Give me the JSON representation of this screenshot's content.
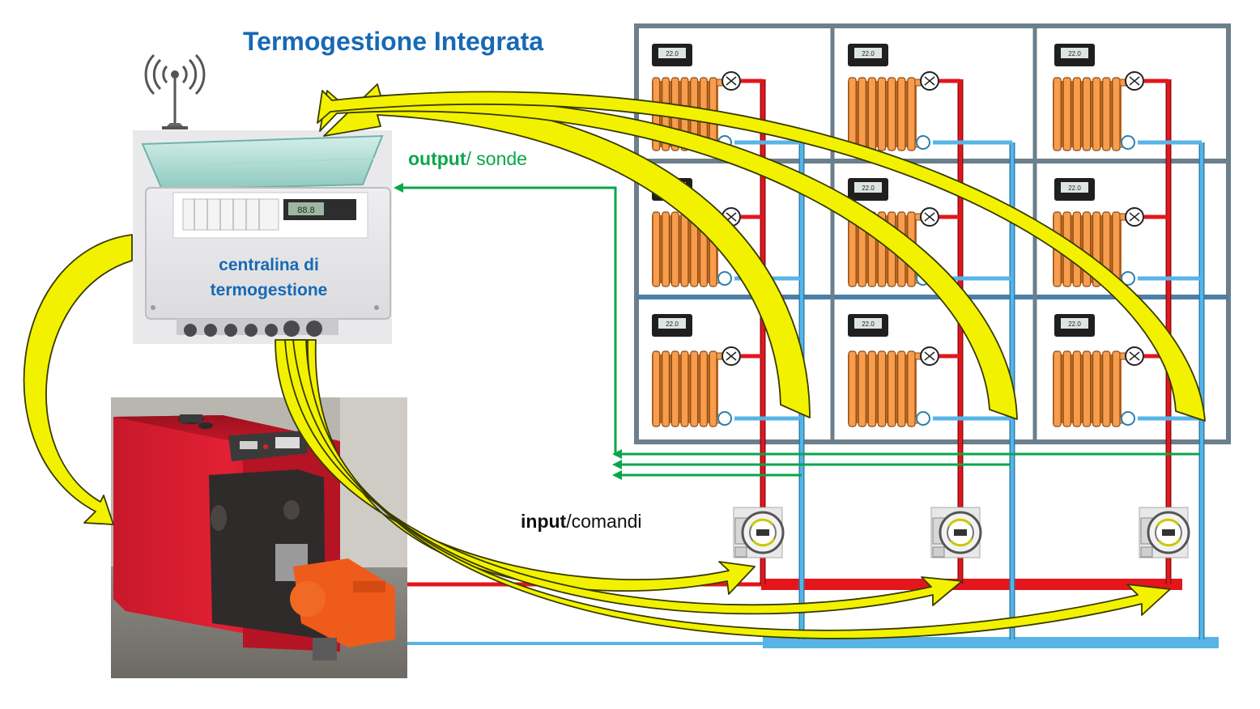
{
  "title": "Termogestione Integrata",
  "controller": {
    "label_line1": "centralina di",
    "label_line2": "termogestione",
    "display_reading": "88.8"
  },
  "output_label": {
    "bold": "output",
    "rest": "/ sonde"
  },
  "input_label": {
    "bold": "input",
    "rest": "/comandi"
  },
  "thermostat_reading": "22.0",
  "colors": {
    "title": "#1769b5",
    "output_green": "#0aa64b",
    "supply_pipe": "#e4161c",
    "return_pipe": "#57b4e6",
    "radiator": "#f79d4d",
    "arrow_fill": "#f2f200",
    "boiler_red": "#d8182a",
    "burner_orange": "#ef5b1a"
  },
  "icons": [
    "antenna-icon",
    "thermostat-icon",
    "radiator-icon",
    "valve-icon",
    "pump-icon",
    "arrow-icon"
  ]
}
